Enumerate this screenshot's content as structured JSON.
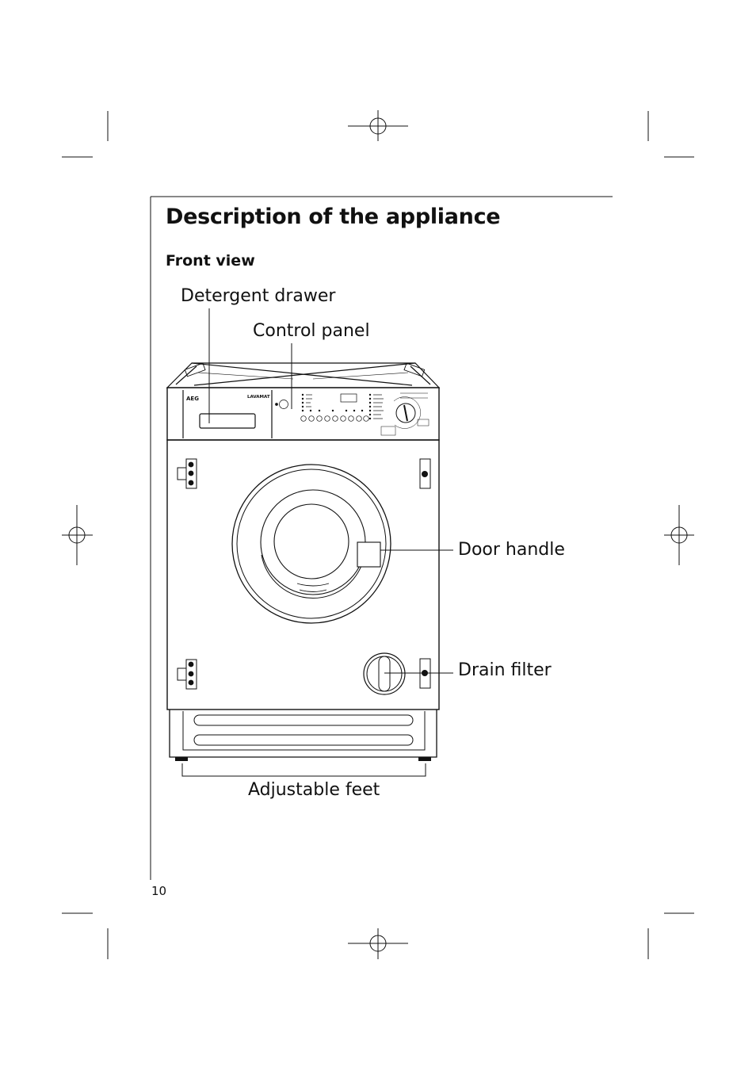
{
  "page": {
    "title": "Description of the appliance",
    "subtitle": "Front view",
    "page_number": "10"
  },
  "labels": {
    "detergent_drawer": "Detergent drawer",
    "control_panel": "Control panel",
    "door_handle": "Door handle",
    "drain_filter": "Drain filter",
    "adjustable_feet": "Adjustable feet"
  },
  "appliance": {
    "brand": "AEG",
    "model": "LAVAMAT"
  }
}
